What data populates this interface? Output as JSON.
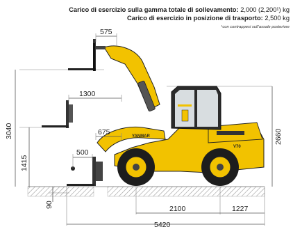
{
  "captions": {
    "line1_label": "Carico di esercizio sulla gamma totale di sollevamento:",
    "line1_value": "2,000 (2,200¹) kg",
    "line2_label": "Carico di esercizio in posizione di trasporto:",
    "line2_value": "2,500 kg",
    "note": "¹con contrappesi sull’assale posteriore"
  },
  "dimensions": {
    "fork_length_top": "575",
    "reach_high": "1300",
    "reach_mid": "675",
    "reach_low": "500",
    "lift_height_max": "3040",
    "lift_height_mid": "1415",
    "vehicle_height": "2660",
    "dig_depth": "90",
    "wheelbase": "2100",
    "rear_overhang": "1227",
    "overall_length": "5420"
  },
  "machine": {
    "brand_label": "YANMAR",
    "model_label": "V70"
  },
  "colors": {
    "body_yellow": "#f2c200",
    "dark": "#222222",
    "cab_glass": "#d8dde0",
    "ground_hatch": "#9a9a9a"
  }
}
